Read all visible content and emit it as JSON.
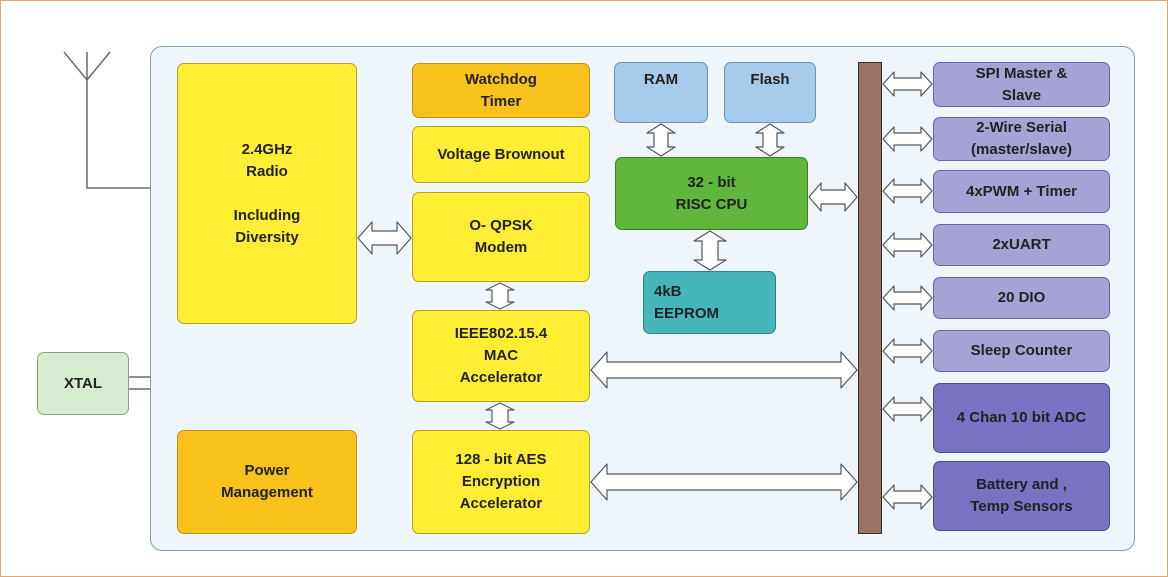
{
  "blocks": {
    "radio": "2.4GHz\nRadio\n\nIncluding\nDiversity",
    "power": "Power\nManagement",
    "watchdog": "Watchdog\nTimer",
    "brownout": "Voltage Brownout",
    "modem": "O- QPSK\nModem",
    "mac": "IEEE802.15.4\nMAC\nAccelerator",
    "aes": "128 -  bit AES\nEncryption\nAccelerator",
    "ram": "RAM",
    "flash": "Flash",
    "cpu": "32 - bit\nRISC CPU",
    "eeprom": "4kB\nEEPROM",
    "xtal": "XTAL"
  },
  "peripherals": [
    "SPI Master &\nSlave",
    "2-Wire Serial\n(master/slave)",
    "4xPWM + Timer",
    "2xUART",
    "20 DIO",
    "Sleep Counter",
    "4 Chan 10 bit ADC",
    "Battery and  ,\nTemp Sensors"
  ],
  "colors": {
    "bus": "#9b7265",
    "yellow": "#ffee33",
    "orange": "#f8c21a",
    "lavender": "#a7a2d6",
    "purple": "#7a72c2",
    "cpu": "#5fb63a",
    "eeprom": "#46b6bd",
    "memory": "#a6cae9"
  }
}
